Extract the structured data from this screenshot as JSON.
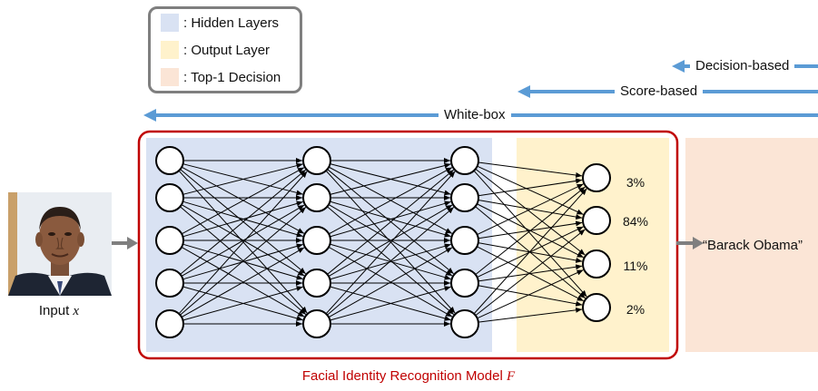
{
  "legend": {
    "items": [
      {
        "label": ": Hidden Layers",
        "color": "#d9e2f3"
      },
      {
        "label": ": Output Layer",
        "color": "#fff2cc"
      },
      {
        "label": ": Top-1 Decision",
        "color": "#fbe5d6"
      }
    ]
  },
  "access_levels": [
    {
      "label": "Decision-based"
    },
    {
      "label": "Score-based"
    },
    {
      "label": "White-box"
    }
  ],
  "input": {
    "label_prefix": "Input ",
    "label_var": "x"
  },
  "outputs": [
    "3%",
    "84%",
    "11%",
    "2%"
  ],
  "decision": "“Barack Obama”",
  "model": {
    "caption_prefix": "Facial Identity Recognition Model ",
    "caption_var": "F"
  },
  "colors": {
    "hidden": "#d9e2f3",
    "output": "#fff2cc",
    "decision": "#fbe5d6",
    "arrow_blue": "#5b9bd5",
    "model_border": "#c00000",
    "arrow_gray": "#7f7f7f"
  }
}
